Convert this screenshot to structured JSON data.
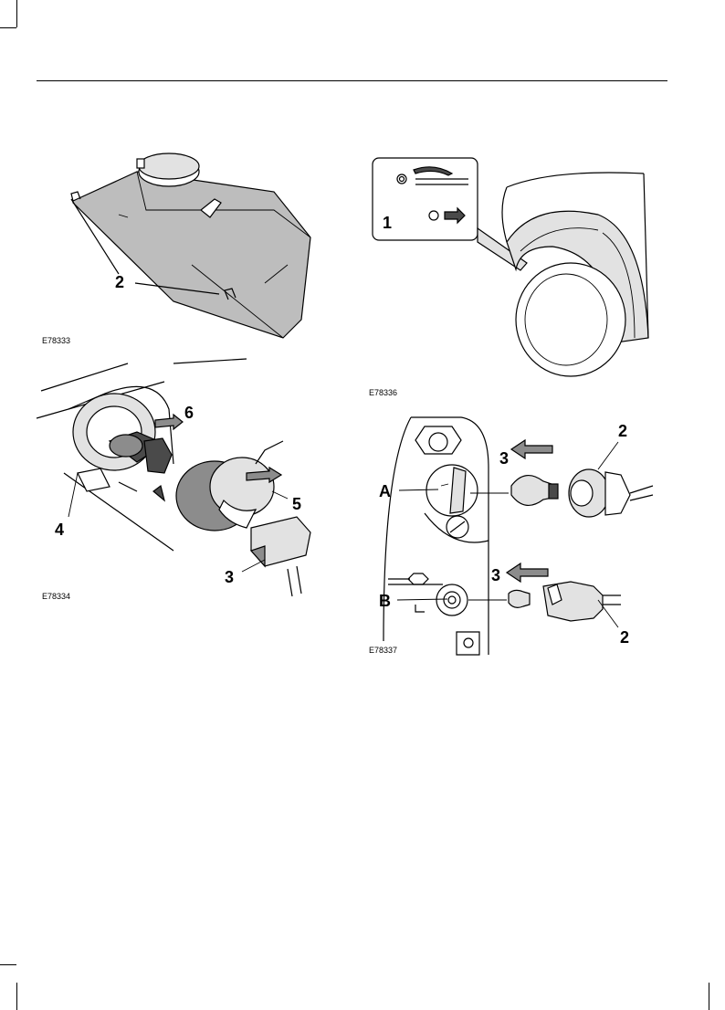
{
  "figures": [
    {
      "id": "fig1",
      "code": "E78333",
      "callouts": [
        "2"
      ]
    },
    {
      "id": "fig2",
      "code": "E78336",
      "callouts": [
        "1"
      ]
    },
    {
      "id": "fig3",
      "code": "E78334",
      "callouts": [
        "6",
        "4",
        "5",
        "3"
      ]
    },
    {
      "id": "fig4",
      "code": "E78337",
      "callouts": [
        "2",
        "3",
        "A",
        "3",
        "B",
        "2"
      ]
    }
  ]
}
